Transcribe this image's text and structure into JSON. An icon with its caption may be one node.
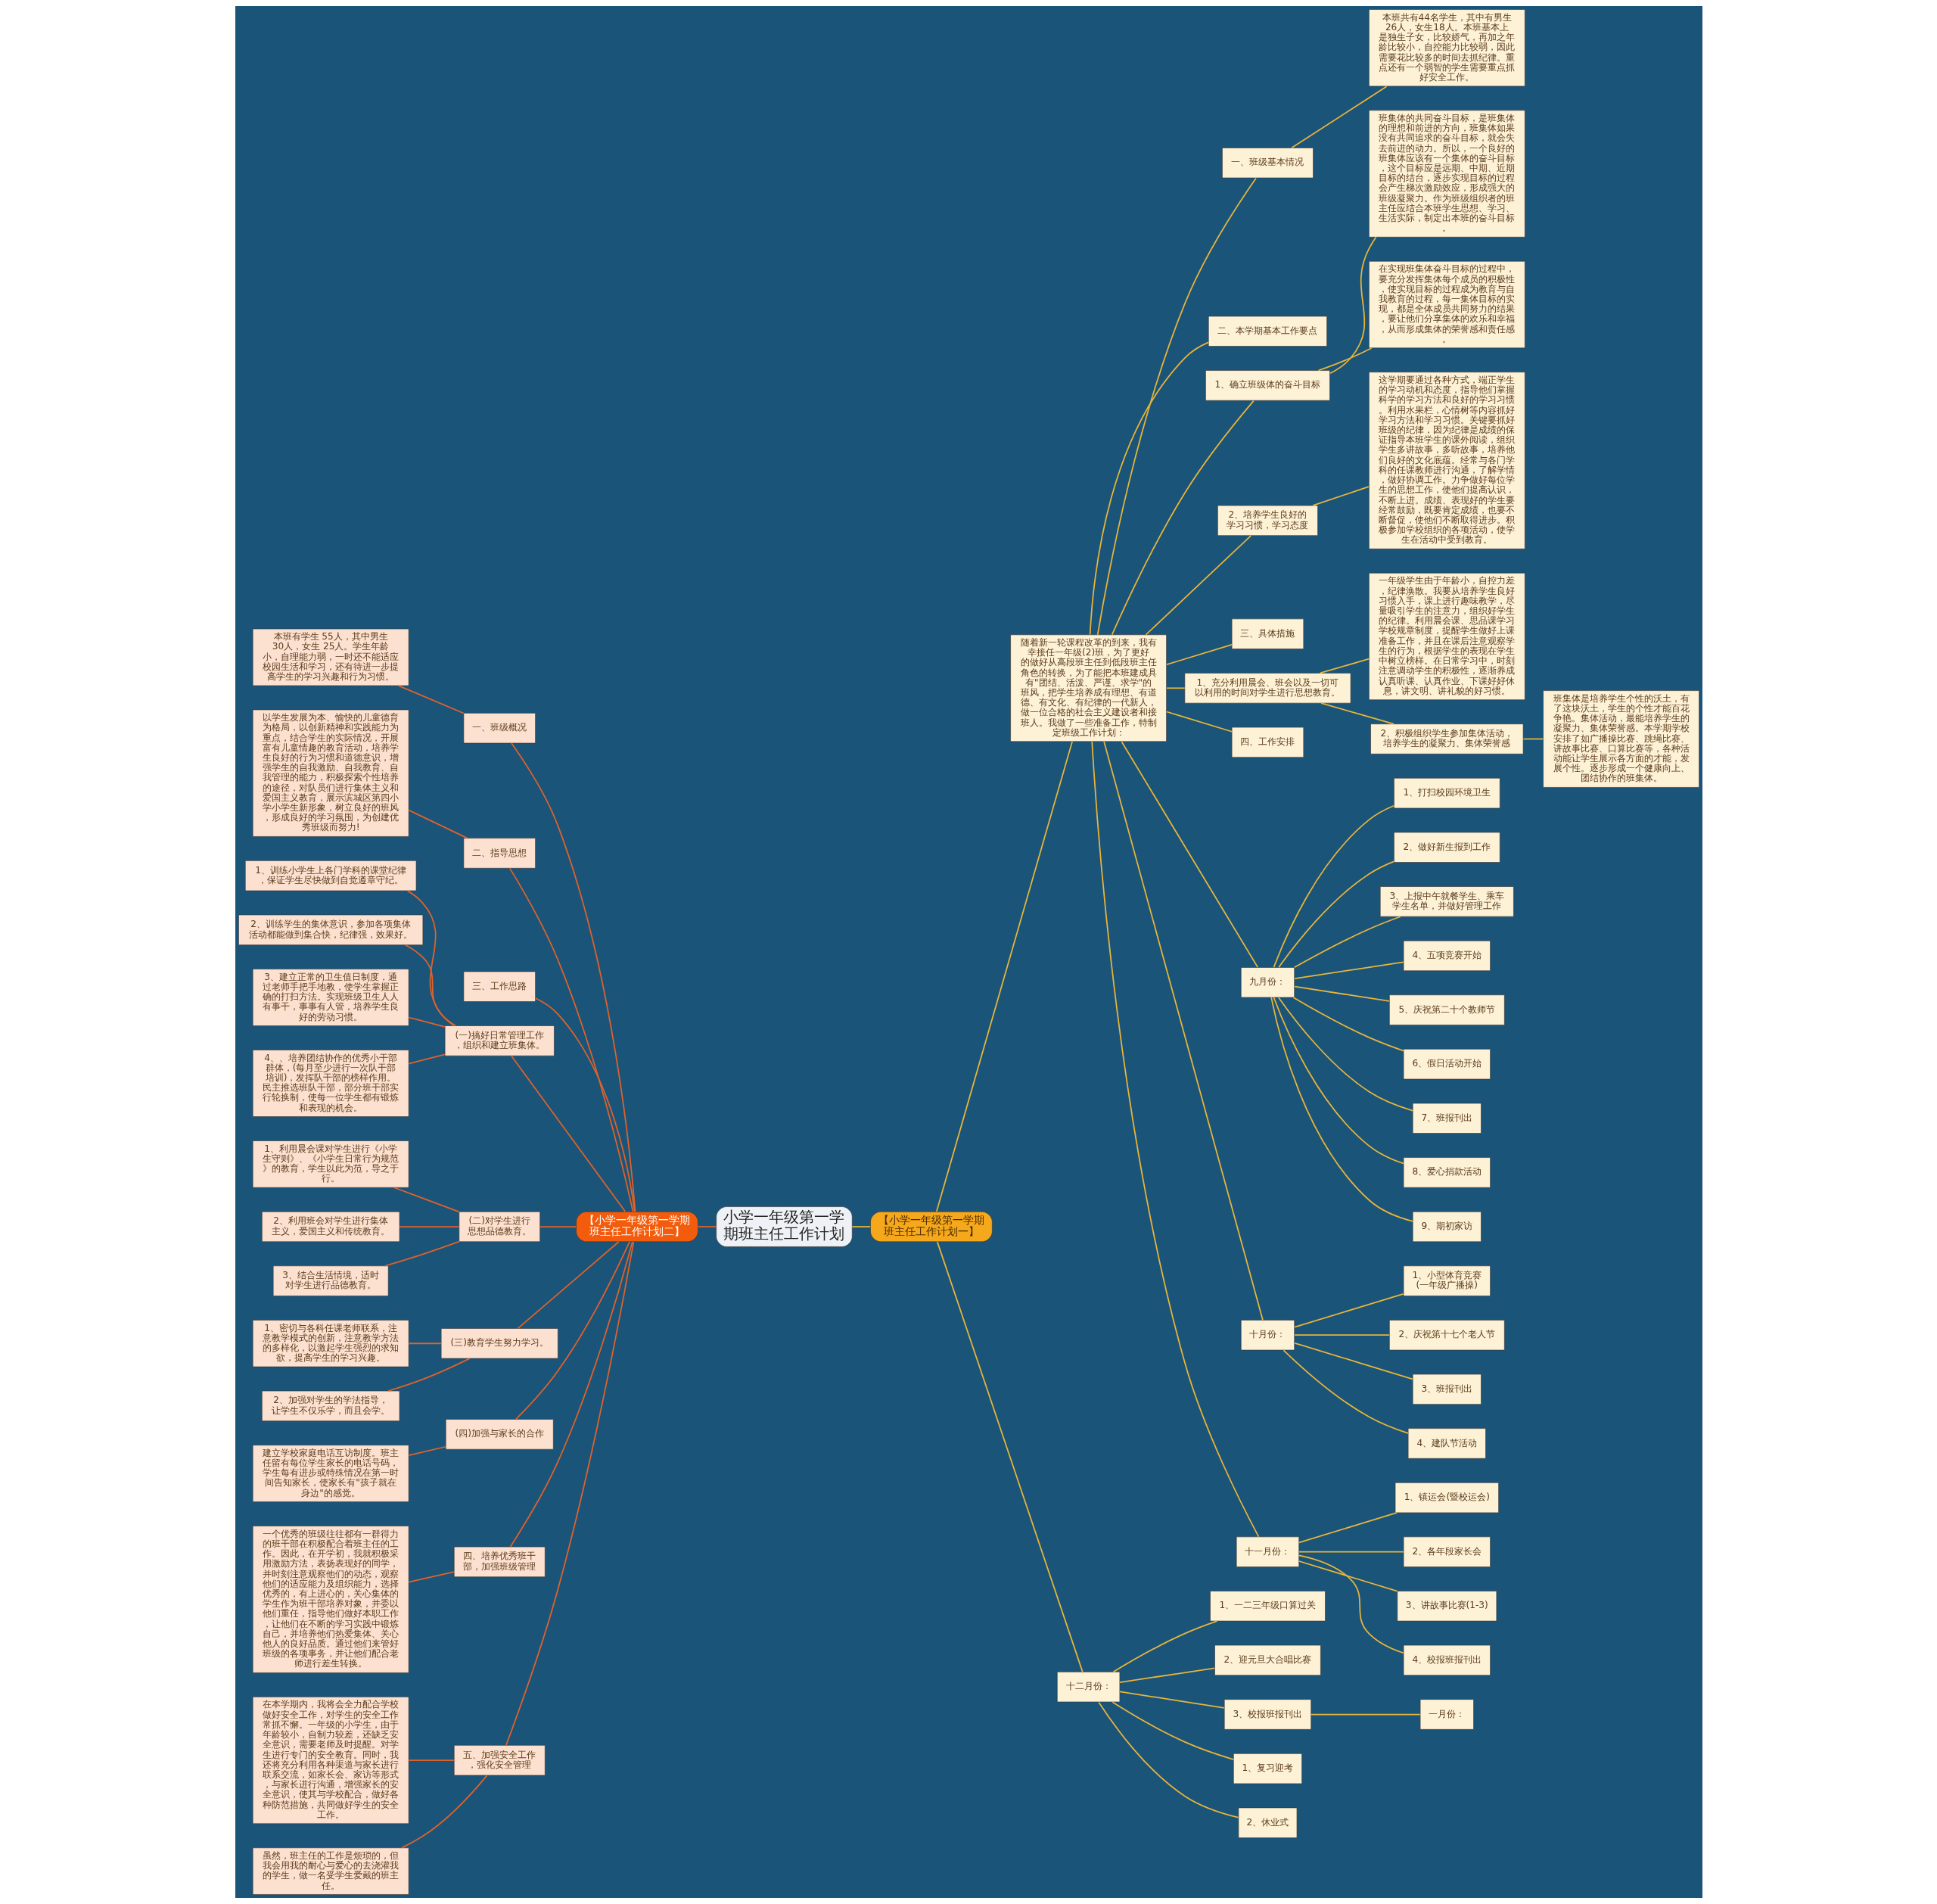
{
  "diagram": {
    "nodes": [
      {
        "text": [
          "小学一年级第一学期班主任工作计划"
        ]
      },
      {
        "text": [
          "【小学一年级第一学期班主任工作计划一】"
        ]
      },
      {
        "text": [
          "随着新一轮课程改革的到来，我有幸接任一年级(2)班，为了更好的做好从高段班主任到低段班主任角色的转换，为了能把本班建成具有\"团结、活泼、严谨、求学\"的班风，把学生培养成有理想、有道德、有文化、有纪律的一代新人，做一位合格的社会主义建设者和接班人。我做了一些准备工作，特制定班级工作计划："
        ]
      },
      {
        "text": [
          "一、班级基本情况"
        ]
      },
      {
        "text": [
          "本班共有44名学生，其中有男生26人，女生18人。本班基本上是独生子女，比较娇气，再加之年龄比较小，自控能力比较弱，因此需要花比较多的时间去抓纪律。重点还有一个弱智的学生需要重点抓好安全工作。"
        ]
      },
      {
        "text": [
          "二、本学期基本工作要点"
        ]
      },
      {
        "text": [
          "1、确立班级体的奋斗目标"
        ]
      },
      {
        "text": [
          "班集体的共同奋斗目标，是班集体的理想和前进的方向，班集体如果没有共同追求的奋斗目标，就会失去前进的动力。所以，一个良好的班集体应该有一个集体的奋斗目标，这个目标应是远期、中期、近期目标的结台，逐步实现目标的过程会产生梯次激励效应，形成强大的班级凝聚力。作为班级组织者的班主任应结合本班学生思想、学习、生活实际，制定出本班的奋斗目标。"
        ]
      },
      {
        "text": [
          "在实现班集体奋斗目标的过程中，要充分发挥集体每个成员的积极性，使实现目标的过程成为教育与自我教育的过程，每一集体目标的实现，都是全体成员共同努力的结果，要让他们分享集体的欢乐和幸福，从而形成集体的荣誉感和责任感。"
        ]
      },
      {
        "text": [
          "2、培养学生良好的学习习惯，学习态度"
        ]
      },
      {
        "text": [
          "这学期要通过各种方式，端正学生的学习动机和态度，指导他们掌握科学的学习方法和良好的学习习惯。利用水果栏，心情树等内容抓好学习方法和学习习惯。关键要抓好班级的纪律，因为纪律是成绩的保证指导本班学生的课外阅读，组织学生多讲故事，多听故事，培养他们良好的文化底蕴。经常与各门学科的任课教师进行沟通，了解学情，做好协调工作。力争做好每位学生的思想工作，使他们提高认识，不断上进。成绩、表现好的学生要经常鼓励，既要肯定成绩，也要不断督促，使他们不断取得进步。积极参加学校组织的各项活动，使学生在活动中受到教育。"
        ]
      },
      {
        "text": [
          "三、具体措施"
        ]
      },
      {
        "text": [
          "1、充分利用晨会、班会以及一切可以利用的时间对学生进行思想教育。"
        ]
      },
      {
        "text": [
          "一年级学生由于年龄小，自控力差，纪律涣散。我要从培养学生良好习惯入手，课上进行趣味教学，尽量吸引学生的注意力，组织好学生的纪律。利用晨会课、思品课学习学校规章制度，提醒学生做好上课准备工作，并且在课后注意观察学生的行为，根据学生的表现在学生中树立榜样。在日常学习中，时刻注意调动学生的积极性，逐渐养成认真听课、认真作业、下课好好休息，讲文明、讲礼貌的好习惯。"
        ]
      },
      {
        "text": [
          "2、积极组织学生参加集体活动，培养学生的凝聚力、集体荣誉感"
        ]
      },
      {
        "text": [
          "班集体是培养学生个性的沃土，有了这块沃土，学生的个性才能百花争艳。集体活动，最能培养学生的凝聚力、集体荣誉感。本学期学校安排了如广播操比赛、跳绳比赛、讲故事比赛、口算比赛等，各种活动能让学生展示各方面的才能，发展个性。逐步形成一个健康向上、团结协作的班集体。"
        ]
      },
      {
        "text": [
          "四、工作安排"
        ]
      },
      {
        "text": [
          "九月份："
        ]
      },
      {
        "text": [
          "1、打扫校园环境卫生"
        ]
      },
      {
        "text": [
          "2、做好新生报到工作"
        ]
      },
      {
        "text": [
          "3、上报中午就餐学生、乘车学生名单，并做好管理工作"
        ]
      },
      {
        "text": [
          "4、五项竞赛开始"
        ]
      },
      {
        "text": [
          "5、庆祝第二十个教师节"
        ]
      },
      {
        "text": [
          "6、假日活动开始"
        ]
      },
      {
        "text": [
          "7、班报刊出"
        ]
      },
      {
        "text": [
          "8、爱心捐款活动"
        ]
      },
      {
        "text": [
          "9、期初家访"
        ]
      },
      {
        "text": [
          "十月份："
        ]
      },
      {
        "text": [
          "1、小型体育竞赛(一年级广播操)"
        ]
      },
      {
        "text": [
          "2、庆祝第十七个老人节"
        ]
      },
      {
        "text": [
          "3、班报刊出"
        ]
      },
      {
        "text": [
          "4、建队节活动"
        ]
      },
      {
        "text": [
          "十一月份："
        ]
      },
      {
        "text": [
          "1、镇运会(暨校运会)"
        ]
      },
      {
        "text": [
          "2、各年段家长会"
        ]
      },
      {
        "text": [
          "3、讲故事比赛(1-3)"
        ]
      },
      {
        "text": [
          "4、校报班报刊出"
        ]
      },
      {
        "text": [
          "十二月份："
        ]
      },
      {
        "text": [
          "1、一二三年级口算过关"
        ]
      },
      {
        "text": [
          "2、迎元旦大合唱比赛"
        ]
      },
      {
        "text": [
          "3、校报班报刊出"
        ]
      },
      {
        "text": [
          "一月份："
        ]
      },
      {
        "text": [
          "1、复习迎考"
        ]
      },
      {
        "text": [
          "2、休业式"
        ]
      },
      {
        "text": [
          "【小学一年级第一学期班主任工作计划二】"
        ]
      },
      {
        "text": [
          "一、班级概况"
        ]
      },
      {
        "text": [
          "本班有学生 55人，其中男生 30人，女生 25人。学生年龄小，自理能力弱，一时还不能适应校园生活和学习，还有待进一步提高学生的学习兴趣和行为习惯。"
        ]
      },
      {
        "text": [
          "二、指导思想"
        ]
      },
      {
        "text": [
          "以学生发展为本、愉快的儿童德育为格局，以创新精神和实践能力为重点，结合学生的实际情况，开展富有儿童情趣的教育活动，培养学生良好的行为习惯和道德意识，增强学生的自我激励、自我教育、自我管理的能力，积极探索个性培养的途径，对队员们进行集体主义和爱国主义教育，展示滨城区第四小学小学生新形象，树立良好的班风，形成良好的学习氛围，为创建优秀班级而努力!"
        ]
      },
      {
        "text": [
          "三、工作思路"
        ]
      },
      {
        "text": [
          "(一)搞好日常管理工作，组织和建立班集体。"
        ]
      },
      {
        "text": [
          "1、训练小学生上各门学科的课堂纪律，保证学生尽快做到自觉遵章守纪。"
        ]
      },
      {
        "text": [
          "2、训练学生的集体意识，参加各项集体活动都能做到集合快，纪律强，效果好。"
        ]
      },
      {
        "text": [
          "3、建立正常的卫生值日制度，通过老师手把手地教，使学生掌握正确的打扫方法。实现班级卫生人人有事干，事事有人管，培养学生良好的劳动习惯。"
        ]
      },
      {
        "text": [
          "4、、培养团结协作的优秀小干部群体，(每月至少进行一次队干部培训)，发挥队干部的榜样作用。民主推选班队干部，部分班干部实行轮换制，使每一位学生都有锻炼和表现的机会。"
        ]
      },
      {
        "text": [
          "(二)对学生进行思想品德教育。"
        ]
      },
      {
        "text": [
          "1、利用晨会课对学生进行《小学生守则》、《小学生日常行为规范》的教育，学生以此为范，导之于行。"
        ]
      },
      {
        "text": [
          "2、利用班会对学生进行集体主义，爱国主义和传统教育。"
        ]
      },
      {
        "text": [
          "3、结合生活情境，适时对学生进行品德教育。"
        ]
      },
      {
        "text": [
          "(三)教育学生努力学习。"
        ]
      },
      {
        "text": [
          "1、密切与各科任课老师联系，注意教学模式的创新，注意教学方法的多样化，以激起学生强烈的求知欲，提高学生的学习兴趣。"
        ]
      },
      {
        "text": [
          "2、加强对学生的学法指导，让学生不仅乐学，而且会学。"
        ]
      },
      {
        "text": [
          "(四)加强与家长的合作"
        ]
      },
      {
        "text": [
          "建立学校家庭电话互访制度。班主任留有每位学生家长的电话号码，学生每有进步或特殊情况在第一时间告知家长，使家长有\"孩子就在身边\"的感觉。"
        ]
      },
      {
        "text": [
          "四、培养优秀班干部，加强班级管理"
        ]
      },
      {
        "text": [
          "一个优秀的班级往往都有一群得力的班干部在积极配合着班主任的工作。因此，在开学初，我就积极采用激励方法，表扬表现好的同学，并时刻注意观察他们的动态，观察他们的适应能力及组织能力，选择优秀的，有上进心的，关心集体的学生作为班干部培养对象，并委以他们重任，指导他们做好本职工作，让他们在不断的学习实践中锻炼自己，并培养他们热爱集体、关心他人的良好品质。通过他们来管好班级的各项事务，并让他们配合老师进行差生转换。"
        ]
      },
      {
        "text": [
          "五、加强安全工作，强化安全管理"
        ]
      },
      {
        "text": [
          "在本学期内，我将会全力配合学校做好安全工作，对学生的安全工作常抓不懈。一年级的小学生，由于年龄较小，自制力较差，还缺乏安全意识，需要老师及时提醒。对学生进行专门的安全教育。同时，我还将充分利用各种渠道与家长进行联系交流，如家长会、家访等形式，与家长进行沟通，增强家长的安全意识，使其与学校配合，做好各种防范措施，共同做好学生的安全工作。"
        ]
      },
      {
        "text": [
          "虽然，班主任的工作是烦琐的，但我会用我的耐心与爱心的去浇灌我的学生，做一名受学生爱戴的班主任。"
        ]
      }
    ],
    "edges": [
      {
        "from": 0,
        "to": 1,
        "arrow": "none"
      },
      {
        "from": 1,
        "to": 2,
        "arrow": "none"
      },
      {
        "from": 2,
        "to": 3,
        "arrow": "none"
      },
      {
        "from": 3,
        "to": 4,
        "arrow": "none"
      },
      {
        "from": 2,
        "to": 5,
        "arrow": "none"
      },
      {
        "from": 2,
        "to": 6,
        "arrow": "none"
      },
      {
        "from": 6,
        "to": 7,
        "arrow": "none"
      },
      {
        "from": 6,
        "to": 8,
        "arrow": "none"
      },
      {
        "from": 2,
        "to": 9,
        "arrow": "none"
      },
      {
        "from": 9,
        "to": 10,
        "arrow": "none"
      },
      {
        "from": 2,
        "to": 11,
        "arrow": "none"
      },
      {
        "from": 2,
        "to": 12,
        "arrow": "none"
      },
      {
        "from": 12,
        "to": 13,
        "arrow": "none"
      },
      {
        "from": 12,
        "to": 14,
        "arrow": "none"
      },
      {
        "from": 14,
        "to": 15,
        "arrow": "none"
      },
      {
        "from": 2,
        "to": 16,
        "arrow": "none"
      },
      {
        "from": 2,
        "to": 17,
        "arrow": "none"
      },
      {
        "from": 17,
        "to": 18,
        "arrow": "none"
      },
      {
        "from": 17,
        "to": 19,
        "arrow": "none"
      },
      {
        "from": 17,
        "to": 20,
        "arrow": "none"
      },
      {
        "from": 17,
        "to": 21,
        "arrow": "none"
      },
      {
        "from": 17,
        "to": 22,
        "arrow": "none"
      },
      {
        "from": 17,
        "to": 23,
        "arrow": "none"
      },
      {
        "from": 17,
        "to": 24,
        "arrow": "none"
      },
      {
        "from": 17,
        "to": 25,
        "arrow": "none"
      },
      {
        "from": 17,
        "to": 26,
        "arrow": "none"
      },
      {
        "from": 2,
        "to": 27,
        "arrow": "none"
      },
      {
        "from": 27,
        "to": 28,
        "arrow": "none"
      },
      {
        "from": 27,
        "to": 29,
        "arrow": "none"
      },
      {
        "from": 27,
        "to": 30,
        "arrow": "none"
      },
      {
        "from": 27,
        "to": 31,
        "arrow": "none"
      },
      {
        "from": 2,
        "to": 32,
        "arrow": "none"
      },
      {
        "from": 32,
        "to": 33,
        "arrow": "none"
      },
      {
        "from": 32,
        "to": 34,
        "arrow": "none"
      },
      {
        "from": 32,
        "to": 35,
        "arrow": "none"
      },
      {
        "from": 32,
        "to": 36,
        "arrow": "none"
      },
      {
        "from": 1,
        "to": 37,
        "arrow": "none"
      },
      {
        "from": 37,
        "to": 38,
        "arrow": "none"
      },
      {
        "from": 37,
        "to": 39,
        "arrow": "none"
      },
      {
        "from": 37,
        "to": 40,
        "arrow": "none"
      },
      {
        "from": 40,
        "to": 41,
        "arrow": "none"
      },
      {
        "from": 37,
        "to": 42,
        "arrow": "none"
      },
      {
        "from": 37,
        "to": 43,
        "arrow": "none"
      },
      {
        "from": 0,
        "to": 44,
        "arrow": "none",
        "color": "#e0622a"
      },
      {
        "from": 44,
        "to": 45,
        "arrow": "none",
        "color": "#e0622a"
      },
      {
        "from": 45,
        "to": 46,
        "arrow": "none",
        "color": "#e0622a"
      },
      {
        "from": 44,
        "to": 47,
        "arrow": "none",
        "color": "#e0622a"
      },
      {
        "from": 47,
        "to": 48,
        "arrow": "none",
        "color": "#e0622a"
      },
      {
        "from": 44,
        "to": 49,
        "arrow": "none",
        "color": "#e0622a"
      },
      {
        "from": 44,
        "to": 50,
        "arrow": "none",
        "color": "#e0622a"
      },
      {
        "from": 50,
        "to": 51,
        "arrow": "none",
        "color": "#e0622a"
      },
      {
        "from": 50,
        "to": 52,
        "arrow": "none",
        "color": "#e0622a"
      },
      {
        "from": 50,
        "to": 53,
        "arrow": "none",
        "color": "#e0622a"
      },
      {
        "from": 50,
        "to": 54,
        "arrow": "none",
        "color": "#e0622a"
      },
      {
        "from": 44,
        "to": 55,
        "arrow": "none",
        "color": "#e0622a"
      },
      {
        "from": 55,
        "to": 56,
        "arrow": "none",
        "color": "#e0622a"
      },
      {
        "from": 55,
        "to": 57,
        "arrow": "none",
        "color": "#e0622a"
      },
      {
        "from": 55,
        "to": 58,
        "arrow": "none",
        "color": "#e0622a"
      },
      {
        "from": 44,
        "to": 59,
        "arrow": "none",
        "color": "#e0622a"
      },
      {
        "from": 59,
        "to": 60,
        "arrow": "none",
        "color": "#e0622a"
      },
      {
        "from": 59,
        "to": 61,
        "arrow": "none",
        "color": "#e0622a"
      },
      {
        "from": 44,
        "to": 62,
        "arrow": "none",
        "color": "#e0622a"
      },
      {
        "from": 62,
        "to": 63,
        "arrow": "none",
        "color": "#e0622a"
      },
      {
        "from": 44,
        "to": 64,
        "arrow": "none",
        "color": "#e0622a"
      },
      {
        "from": 64,
        "to": 65,
        "arrow": "none",
        "color": "#e0622a"
      },
      {
        "from": 44,
        "to": 66,
        "arrow": "none",
        "color": "#e0622a"
      },
      {
        "from": 66,
        "to": 67,
        "arrow": "none",
        "color": "#e0622a"
      },
      {
        "from": 66,
        "to": 68,
        "arrow": "none",
        "color": "#e0622a"
      }
    ]
  }
}
